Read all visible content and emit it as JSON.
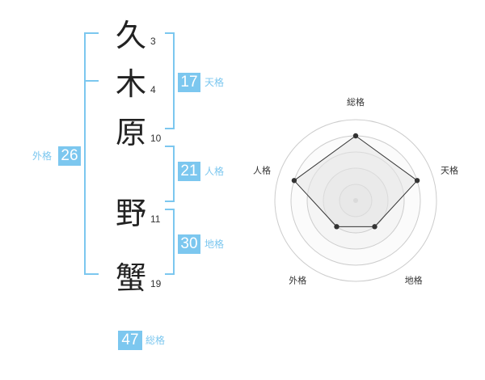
{
  "name": {
    "characters": [
      {
        "char": "久",
        "strokes": "3"
      },
      {
        "char": "木",
        "strokes": "4"
      },
      {
        "char": "原",
        "strokes": "10"
      },
      {
        "char": "野",
        "strokes": "11"
      },
      {
        "char": "蟹",
        "strokes": "19"
      }
    ]
  },
  "grades": {
    "tenkaku": {
      "value": "17",
      "label": "天格"
    },
    "jinkaku": {
      "value": "21",
      "label": "人格"
    },
    "chikaku": {
      "value": "30",
      "label": "地格"
    },
    "gaikaku": {
      "value": "26",
      "label": "外格"
    },
    "soukaku": {
      "value": "47",
      "label": "総格"
    }
  },
  "colors": {
    "accent": "#7cc7ef",
    "text": "#222222",
    "radar_fill": "#f0f0f0",
    "radar_ring": "#cccccc",
    "radar_line": "#333333"
  },
  "chart_data": {
    "type": "radar",
    "categories": [
      "総格",
      "天格",
      "地格",
      "外格",
      "人格"
    ],
    "values": [
      4,
      4,
      2,
      2,
      4
    ],
    "rmax": 5
  }
}
